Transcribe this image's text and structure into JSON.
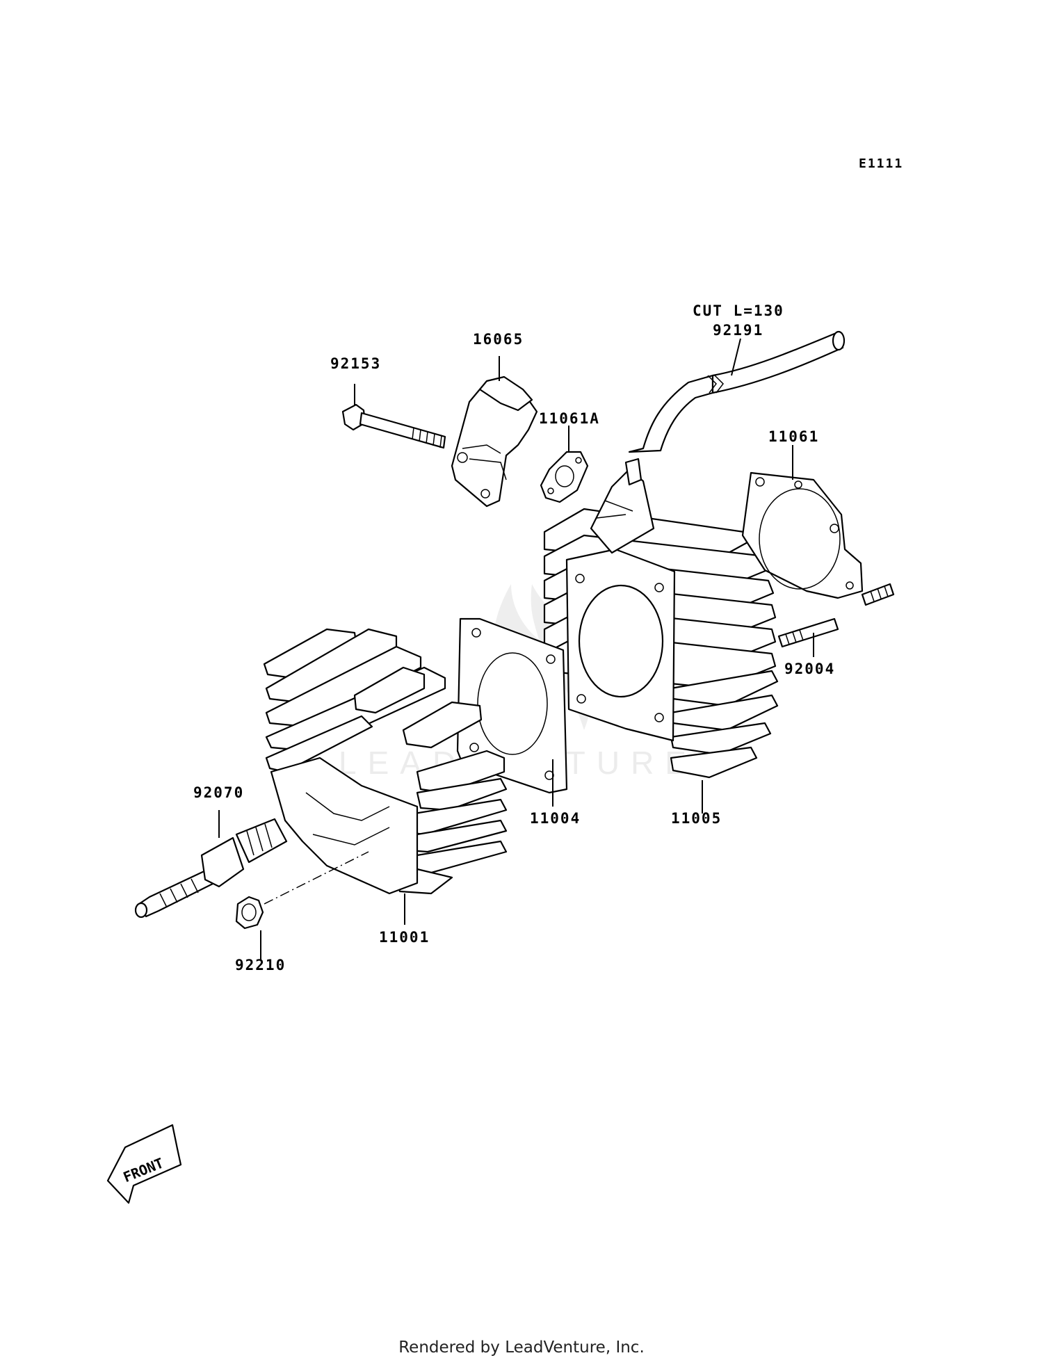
{
  "diagram_code": "E1111",
  "parts": {
    "p92153": "92153",
    "p16065": "16065",
    "p11061A": "11061A",
    "cut_note": "CUT L=130",
    "p92191": "92191",
    "p11061": "11061",
    "p92004": "92004",
    "p11004": "11004",
    "p11005": "11005",
    "p92070": "92070",
    "p11001": "11001",
    "p92210": "92210"
  },
  "front_label": "FRONT",
  "watermark": "LEADVENTURE",
  "footer": "Rendered by LeadVenture, Inc."
}
